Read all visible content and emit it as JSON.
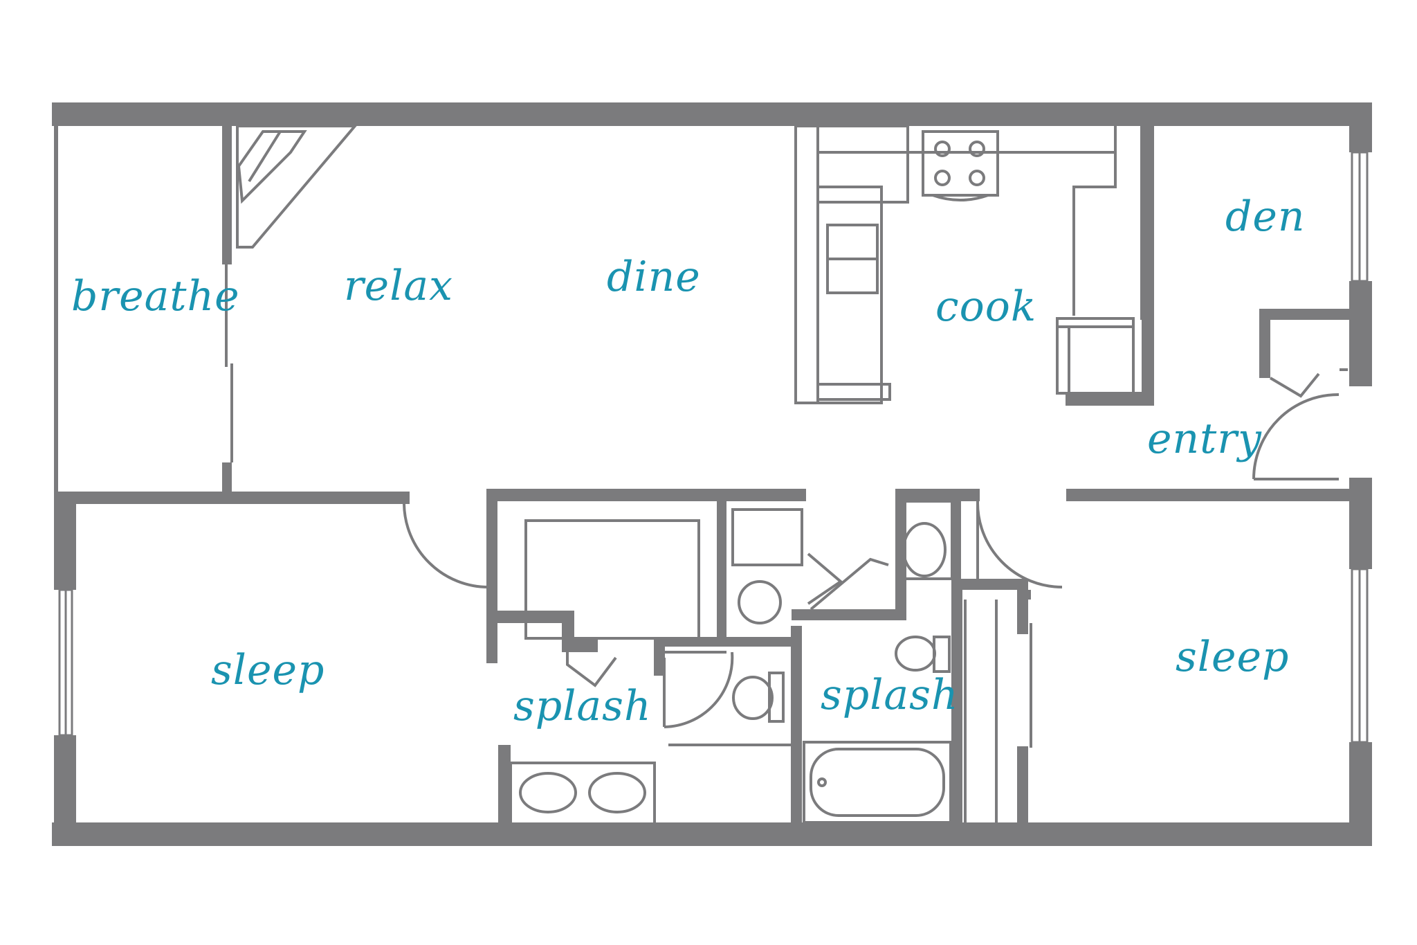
{
  "label_color": "#1a93b0",
  "wall_color": "#7b7b7d",
  "rooms": {
    "breathe": "breathe",
    "relax": "relax",
    "dine": "dine",
    "cook": "cook",
    "den": "den",
    "entry": "entry",
    "sleep_left": "sleep",
    "splash_left": "splash",
    "splash_right": "splash",
    "sleep_right": "sleep"
  }
}
